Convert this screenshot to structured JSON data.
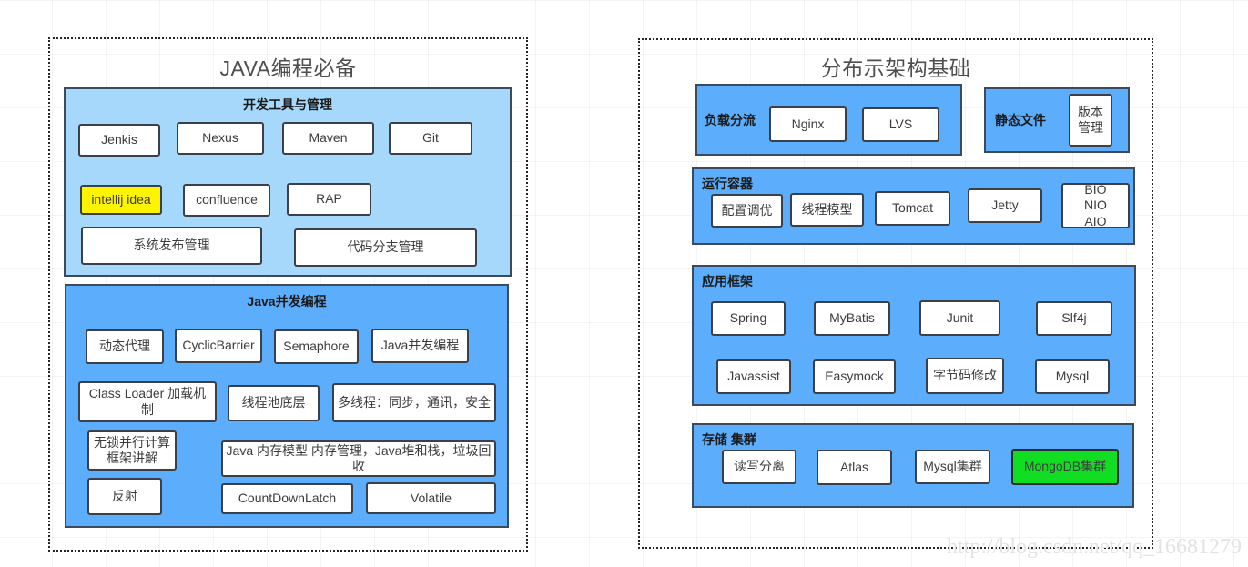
{
  "watermark": "http://blog.csdn.net/qq_16681279",
  "colors": {
    "light_blue": "#a5d8fb",
    "blue": "#5cadfb",
    "highlight_yellow": "#fdf500",
    "highlight_green": "#11dd22",
    "node_border": "#3b4048",
    "panel_border": "#262626"
  },
  "panels": [
    {
      "title": "JAVA编程必备",
      "groups": [
        {
          "head": "开发工具与管理",
          "head_align": "center",
          "nodes": [
            "Jenkis",
            "Nexus",
            "Maven",
            "Git",
            "intellij idea",
            "confluence",
            "RAP",
            "系统发布管理",
            "代码分支管理"
          ]
        },
        {
          "head": "Java并发编程",
          "head_align": "center",
          "nodes": [
            "动态代理",
            "CyclicBarrier",
            "Semaphore",
            "Java并发编程",
            "Class Loader 加载机制",
            "线程池底层",
            "多线程：同步，通讯，安全",
            "无锁并行计算\n框架讲解",
            "Java 内存模型 内存管理，Java堆和栈，垃圾回收",
            "反射",
            "CountDownLatch",
            "Volatile"
          ]
        }
      ]
    },
    {
      "title": "分布示架构基础",
      "groups": [
        {
          "head": "负载分流",
          "head_align": "left-inline",
          "nodes": [
            "Nginx",
            "LVS"
          ]
        },
        {
          "head": "静态文件",
          "head_align": "left-inline",
          "nodes": [
            "版本\n管理"
          ]
        },
        {
          "head": "运行容器",
          "head_align": "left",
          "nodes": [
            "配置调优",
            "线程模型",
            "Tomcat",
            "Jetty",
            "BIO\nNIO\nAIO"
          ]
        },
        {
          "head": "应用框架",
          "head_align": "left",
          "nodes": [
            "Spring",
            "MyBatis",
            "Junit",
            "Slf4j",
            "Javassist",
            "Easymock",
            "字节码修改",
            "Mysql"
          ]
        },
        {
          "head": "存储 集群",
          "head_align": "left",
          "nodes": [
            "读写分离",
            "Atlas",
            "Mysql集群",
            "MongoDB集群"
          ]
        }
      ]
    }
  ]
}
